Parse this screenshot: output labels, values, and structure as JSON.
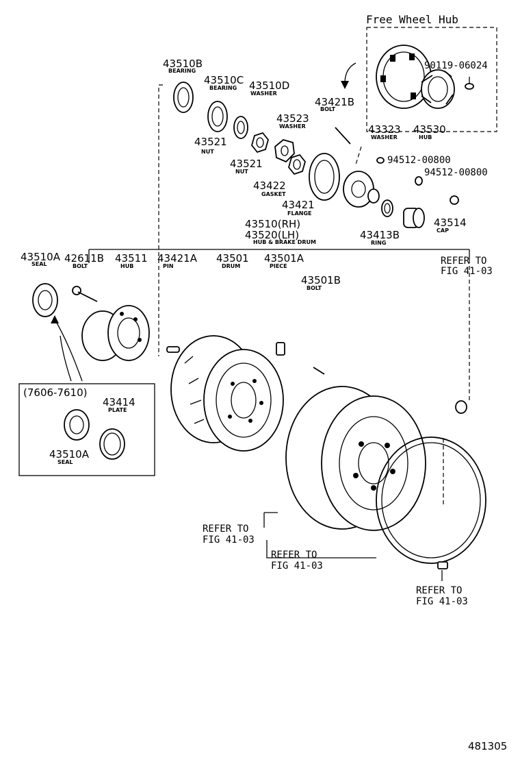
{
  "inset_free_wheel": {
    "title": "Free Wheel Hub"
  },
  "inset_7606": {
    "title": "(7606-7610)"
  },
  "parts": [
    {
      "id": "p1",
      "number": "43510B",
      "name": "BEARING"
    },
    {
      "id": "p2",
      "number": "43510C",
      "name": "BEARING"
    },
    {
      "id": "p3",
      "number": "43510D",
      "name": "WASHER"
    },
    {
      "id": "p4",
      "number": "43421B",
      "name": "BOLT"
    },
    {
      "id": "p5",
      "number": "43523",
      "name": "WASHER"
    },
    {
      "id": "p6",
      "number": "43521",
      "name": "NUT"
    },
    {
      "id": "p7",
      "number": "43521",
      "name": "NUT"
    },
    {
      "id": "p8",
      "number": "43422",
      "name": "GASKET"
    },
    {
      "id": "p9",
      "number": "43421",
      "name": "FLANGE"
    },
    {
      "id": "p10",
      "number": "90119-06024",
      "name": ""
    },
    {
      "id": "p11",
      "number": "43323",
      "name": "WASHER"
    },
    {
      "id": "p12",
      "number": "43530",
      "name": "HUB"
    },
    {
      "id": "p13",
      "number": "94512-00800",
      "name": ""
    },
    {
      "id": "p14",
      "number": "94512-00800",
      "name": ""
    },
    {
      "id": "p15",
      "number": "43510(RH)",
      "name": ""
    },
    {
      "id": "p16",
      "number": "43520(LH)",
      "name": "HUB & BRAKE DRUM"
    },
    {
      "id": "p17",
      "number": "43413B",
      "name": "RING"
    },
    {
      "id": "p18",
      "number": "43514",
      "name": "CAP"
    },
    {
      "id": "p19",
      "number": "43510A",
      "name": "SEAL"
    },
    {
      "id": "p20",
      "number": "42611B",
      "name": "BOLT"
    },
    {
      "id": "p21",
      "number": "43511",
      "name": "HUB"
    },
    {
      "id": "p22",
      "number": "43421A",
      "name": "PIN"
    },
    {
      "id": "p23",
      "number": "43501",
      "name": "DRUM"
    },
    {
      "id": "p24",
      "number": "43501A",
      "name": "PIECE"
    },
    {
      "id": "p25",
      "number": "43501B",
      "name": "BOLT"
    },
    {
      "id": "p26",
      "number": "43414",
      "name": "PLATE"
    },
    {
      "id": "p27",
      "number": "43510A",
      "name": "SEAL"
    }
  ],
  "refers": [
    {
      "id": "r1",
      "line1": "REFER TO",
      "line2": "FIG 41-03"
    },
    {
      "id": "r2",
      "line1": "REFER TO",
      "line2": "FIG 41-03"
    },
    {
      "id": "r3",
      "line1": "REFER TO",
      "line2": "FIG 41-03"
    },
    {
      "id": "r4",
      "line1": "REFER TO",
      "line2": "FIG 41-03"
    }
  ],
  "figure_number": "481305"
}
